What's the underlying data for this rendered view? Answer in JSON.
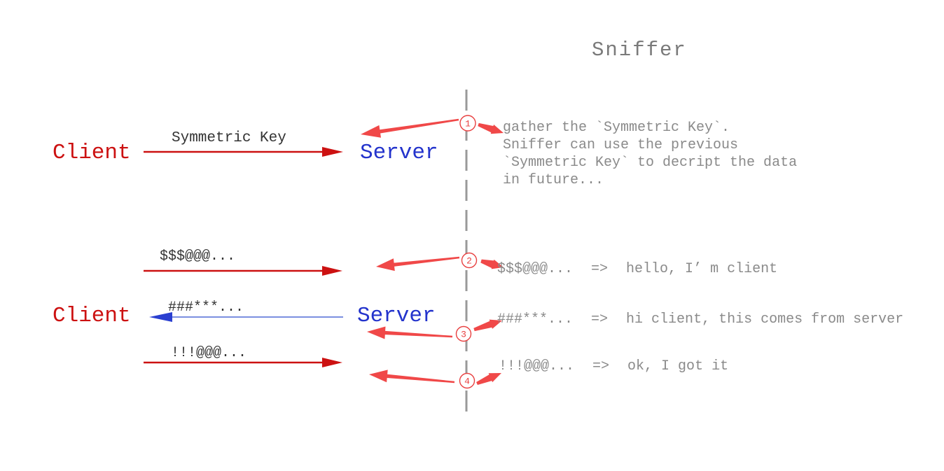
{
  "title": "Sniffer",
  "colors": {
    "client_red": "#cc1111",
    "server_blue": "#2333cc",
    "sniffer_arrow_red": "#f04848",
    "message_arrow_red": "#cc1111",
    "reply_arrow_blue_line": "#7b8fe0",
    "reply_arrow_blue_head": "#2a3fd0",
    "annotation_gray": "#8a8a8a",
    "title_gray": "#7a7a7a",
    "label_dark": "#333333",
    "timeline_gray": "#999999",
    "step_badge_red": "#e84040"
  },
  "section1": {
    "client": "Client",
    "server": "Server",
    "message_label": "Symmetric Key",
    "step": {
      "number": "1",
      "note": "gather the `Symmetric Key`.\nSniffer can use the previous\n`Symmetric Key` to decript the data\nin future..."
    }
  },
  "section2": {
    "client": "Client",
    "server": "Server",
    "messages": [
      {
        "label": "$$$@@@...",
        "direction": "client-to-server"
      },
      {
        "label": "###***...",
        "direction": "server-to-client"
      },
      {
        "label": "!!!@@@...",
        "direction": "client-to-server"
      }
    ],
    "intercepts": [
      {
        "number": "2",
        "cipher": "$$$@@@...",
        "arrow": "=>",
        "plain": "hello, I’ m client"
      },
      {
        "number": "3",
        "cipher": "###***...",
        "arrow": "=>",
        "plain": "hi client, this comes from server"
      },
      {
        "number": "4",
        "cipher": "!!!@@@...",
        "arrow": "=>",
        "plain": "ok, I got it"
      }
    ]
  }
}
